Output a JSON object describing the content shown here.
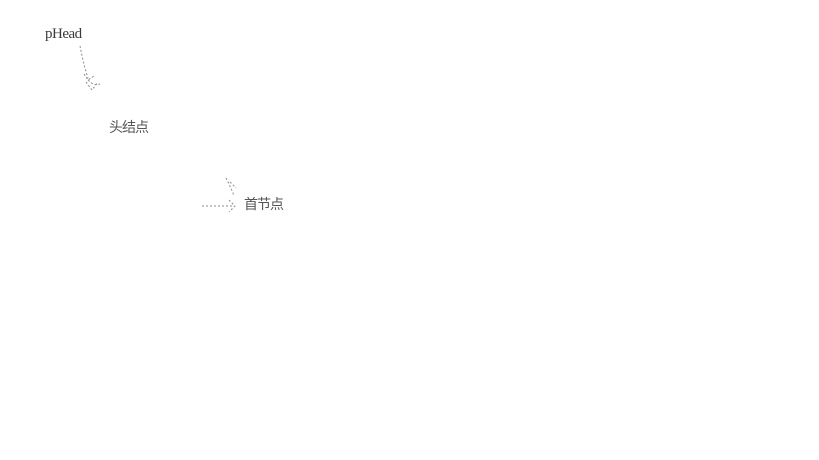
{
  "labels": {
    "phead": "pHead",
    "head_node": "头结点",
    "first_node": "首节点"
  },
  "colors": {
    "background": "#ffffff",
    "text": "#3a3a3a",
    "arrow": "#8a8a8a"
  }
}
